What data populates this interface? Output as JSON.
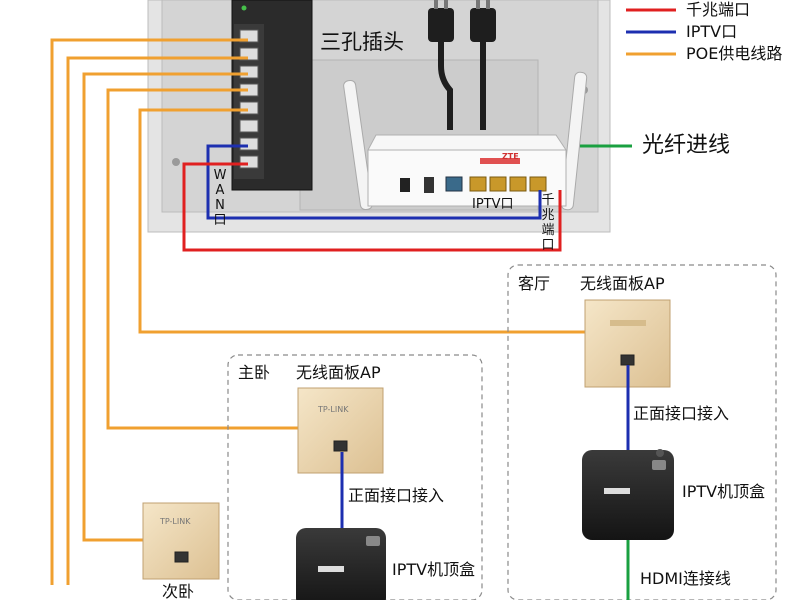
{
  "legend": {
    "items": [
      {
        "label": "千兆端口",
        "color": "#e02020"
      },
      {
        "label": "IPTV口",
        "color": "#1d2fb0"
      },
      {
        "label": "POE供电线路",
        "color": "#f0a030"
      }
    ]
  },
  "cabinet": {
    "plug_label": "三孔插头",
    "fiber_label": "光纤进线",
    "wan_label": "WAN口",
    "iptv_port_label": "IPTV口",
    "gigabit_port_label": "千兆端口",
    "router_logo_text": "ZTE"
  },
  "rooms": {
    "living": {
      "name": "客厅",
      "ap_label": "无线面板AP",
      "front_port_label": "正面接口接入",
      "stb_label": "IPTV机顶盒",
      "hdmi_label": "HDMI连接线"
    },
    "master": {
      "name": "主卧",
      "ap_label": "无线面板AP",
      "ap_brand": "TP-LINK",
      "front_port_label": "正面接口接入",
      "stb_label": "IPTV机顶盒"
    },
    "second": {
      "name": "次卧",
      "ap_brand": "TP-LINK"
    }
  },
  "colors": {
    "poe": "#f0a030",
    "iptv": "#1d2fb0",
    "gigabit": "#e02020",
    "fiber": "#1aa040",
    "panel_gold": "#ecd6ad",
    "box_frame": "#999999"
  }
}
